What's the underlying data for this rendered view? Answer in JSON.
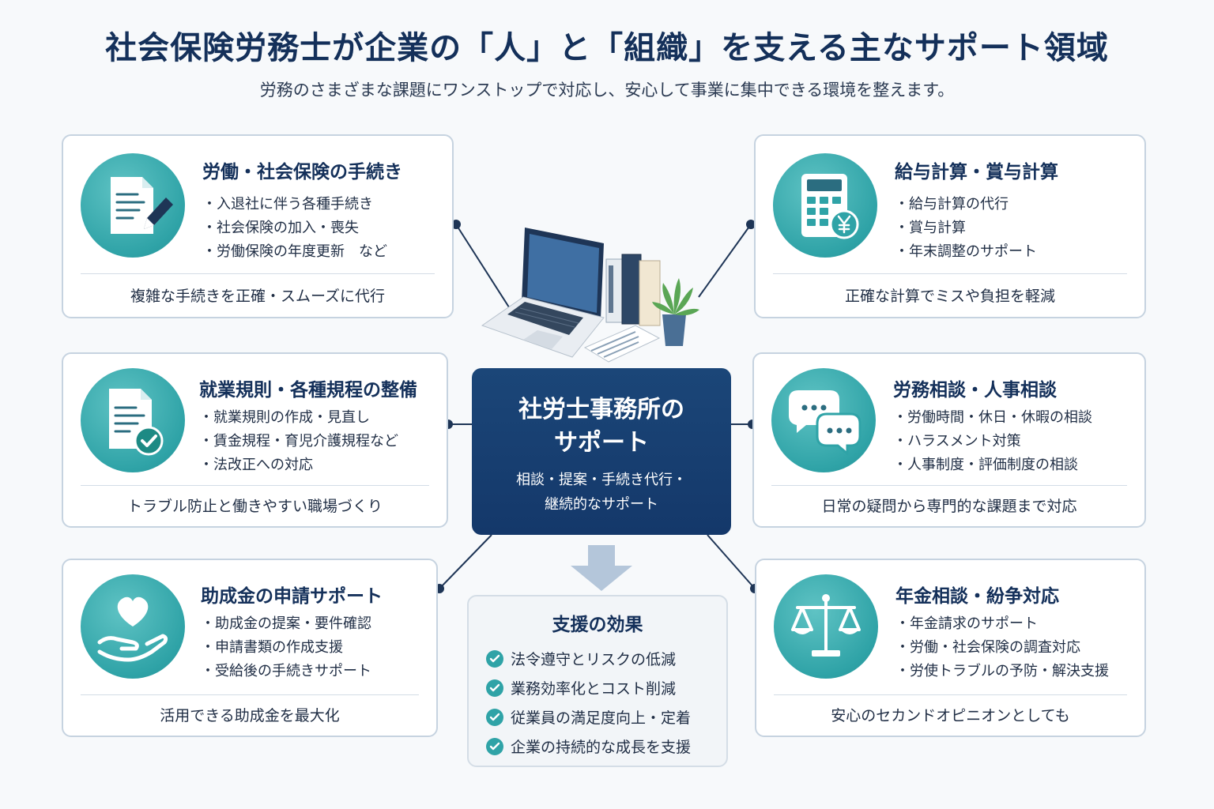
{
  "header": {
    "title": "社会保険労務士が企業の「人」と「組織」を支える主なサポート領域",
    "subtitle": "労務のさまざまな課題にワンストップで対応し、安心して事業に集中できる環境を整えます。"
  },
  "colors": {
    "navy": "#14386a",
    "teal": "#2fa3a7",
    "card_border": "#c6d3e0",
    "background": "#f7f9fb"
  },
  "center": {
    "title_line1": "社労士事務所の",
    "title_line2": "サポート",
    "sub_line1": "相談・提案・手続き代行・",
    "sub_line2": "継続的なサポート"
  },
  "cards": [
    {
      "icon": "document-pen-icon",
      "title": "労働・社会保険の手続き",
      "items": [
        "入退社に伴う各種手続き",
        "社会保険の加入・喪失",
        "労働保険の年度更新　など"
      ],
      "summary": "複雑な手続きを正確・スムーズに代行"
    },
    {
      "icon": "calculator-yen-icon",
      "title": "給与計算・賞与計算",
      "items": [
        "給与計算の代行",
        "賞与計算",
        "年末調整のサポート"
      ],
      "summary": "正確な計算でミスや負担を軽減"
    },
    {
      "icon": "document-check-icon",
      "title": "就業規則・各種規程の整備",
      "items": [
        "就業規則の作成・見直し",
        "賃金規程・育児介護規程など",
        "法改正への対応"
      ],
      "summary": "トラブル防止と働きやすい職場づくり"
    },
    {
      "icon": "chat-bubbles-icon",
      "title": "労務相談・人事相談",
      "items": [
        "労働時間・休日・休暇の相談",
        "ハラスメント対策",
        "人事制度・評価制度の相談"
      ],
      "summary": "日常の疑問から専門的な課題まで対応"
    },
    {
      "icon": "heart-hand-icon",
      "title": "助成金の申請サポート",
      "items": [
        "助成金の提案・要件確認",
        "申請書類の作成支援",
        "受給後の手続きサポート"
      ],
      "summary": "活用できる助成金を最大化"
    },
    {
      "icon": "scales-icon",
      "title": "年金相談・紛争対応",
      "items": [
        "年金請求のサポート",
        "労働・社会保険の調査対応",
        "労使トラブルの予防・解決支援"
      ],
      "summary": "安心のセカンドオピニオンとしても"
    }
  ],
  "effects": {
    "title": "支援の効果",
    "items": [
      "法令遵守とリスクの低減",
      "業務効率化とコスト削減",
      "従業員の満足度向上・定着",
      "企業の持続的な成長を支援"
    ]
  }
}
